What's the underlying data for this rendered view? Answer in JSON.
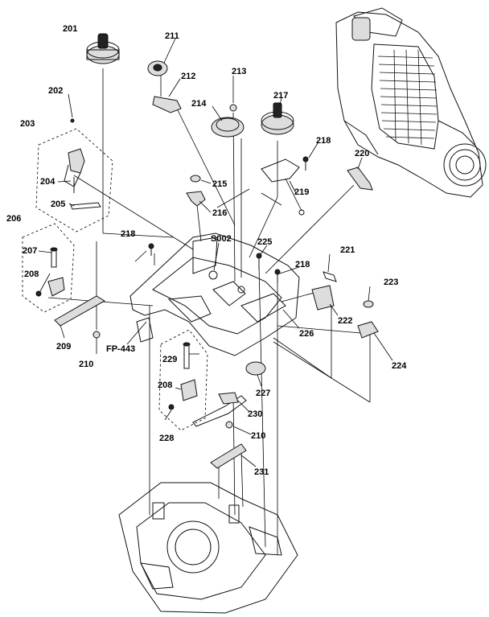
{
  "parts": [
    {
      "key": "p201",
      "label": "201"
    },
    {
      "key": "p202",
      "label": "202"
    },
    {
      "key": "p203",
      "label": "203"
    },
    {
      "key": "p204",
      "label": "204"
    },
    {
      "key": "p205",
      "label": "205"
    },
    {
      "key": "p206",
      "label": "206"
    },
    {
      "key": "p207",
      "label": "207"
    },
    {
      "key": "p208a",
      "label": "208"
    },
    {
      "key": "p208b",
      "label": "208"
    },
    {
      "key": "p209",
      "label": "209"
    },
    {
      "key": "p210a",
      "label": "210"
    },
    {
      "key": "p210b",
      "label": "210"
    },
    {
      "key": "p211",
      "label": "211"
    },
    {
      "key": "p212",
      "label": "212"
    },
    {
      "key": "p213",
      "label": "213"
    },
    {
      "key": "p214",
      "label": "214"
    },
    {
      "key": "p215",
      "label": "215"
    },
    {
      "key": "p216",
      "label": "216"
    },
    {
      "key": "p217",
      "label": "217"
    },
    {
      "key": "p218a",
      "label": "218"
    },
    {
      "key": "p218b",
      "label": "218"
    },
    {
      "key": "p218c",
      "label": "218"
    },
    {
      "key": "p219",
      "label": "219"
    },
    {
      "key": "p220",
      "label": "220"
    },
    {
      "key": "p221",
      "label": "221"
    },
    {
      "key": "p222",
      "label": "222"
    },
    {
      "key": "p223",
      "label": "223"
    },
    {
      "key": "p224",
      "label": "224"
    },
    {
      "key": "p225",
      "label": "225"
    },
    {
      "key": "p226",
      "label": "226"
    },
    {
      "key": "p227",
      "label": "227"
    },
    {
      "key": "p228",
      "label": "228"
    },
    {
      "key": "p229",
      "label": "229"
    },
    {
      "key": "p230",
      "label": "230"
    },
    {
      "key": "p231",
      "label": "231"
    }
  ],
  "refs": {
    "s002": "S002",
    "fp443": "FP-443"
  }
}
